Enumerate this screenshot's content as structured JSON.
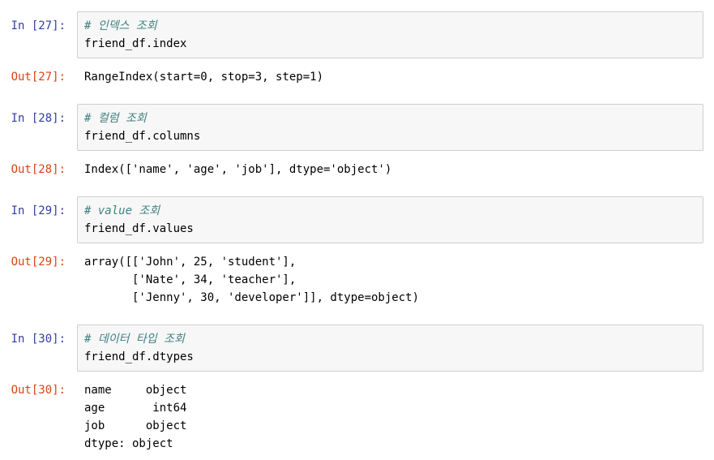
{
  "notebook": {
    "colors": {
      "input_prompt": "#303F9F",
      "output_prompt": "#D84315",
      "comment": "#408080",
      "cell_background": "#F7F7F7",
      "cell_border": "#CFCFCF"
    },
    "cells": [
      {
        "in_prompt": "In [27]:",
        "comment": "# 인덱스 조회",
        "code": "friend_df.index",
        "out_prompt": "Out[27]:",
        "output": "RangeIndex(start=0, stop=3, step=1)"
      },
      {
        "in_prompt": "In [28]:",
        "comment": "# 컬럼 조회",
        "code": "friend_df.columns",
        "out_prompt": "Out[28]:",
        "output": "Index(['name', 'age', 'job'], dtype='object')"
      },
      {
        "in_prompt": "In [29]:",
        "comment": "# value 조회",
        "code": "friend_df.values",
        "out_prompt": "Out[29]:",
        "output": "array([['John', 25, 'student'],\n       ['Nate', 34, 'teacher'],\n       ['Jenny', 30, 'developer']], dtype=object)"
      },
      {
        "in_prompt": "In [30]:",
        "comment": "# 데이터 타입 조회",
        "code": "friend_df.dtypes",
        "out_prompt": "Out[30]:",
        "output": "name     object\nage       int64\njob      object\ndtype: object"
      }
    ]
  }
}
